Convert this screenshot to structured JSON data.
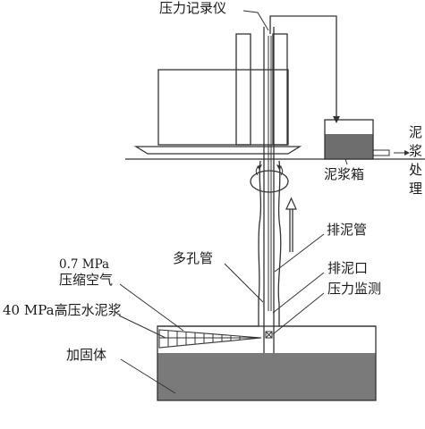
{
  "labels": {
    "pressure_recorder": "压力记录仪",
    "mud_tank": "泥浆箱",
    "mud_treatment_1": "泥",
    "mud_treatment_2": "浆",
    "mud_treatment_3": "处",
    "mud_treatment_4": "理",
    "discharge_pipe": "排泥管",
    "porous_pipe": "多孔管",
    "discharge_port": "排泥口",
    "pressure_monitoring": "压力监测",
    "compressed_air_value": "0.7 MPa",
    "compressed_air": "压缩空气",
    "grout": "40 MPa高压水泥浆",
    "reinforced_body": "加固体"
  },
  "colors": {
    "line": "#333333",
    "machine_fill": "#ffffff",
    "mud_fill": "#6e6e6e",
    "soil_fill": "#7a7a7a"
  }
}
